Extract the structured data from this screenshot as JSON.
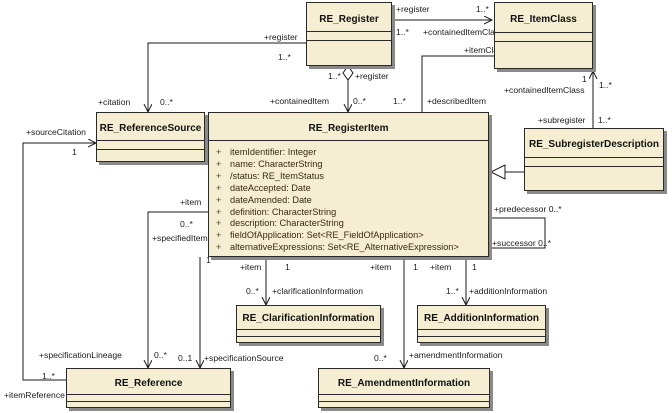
{
  "classes": {
    "re_register": {
      "name": "RE_Register"
    },
    "re_itemclass": {
      "name": "RE_ItemClass"
    },
    "re_referencesource": {
      "name": "RE_ReferenceSource"
    },
    "re_registeritem": {
      "name": "RE_RegisterItem",
      "attributes": [
        {
          "vis": "+",
          "text": "itemIdentifier:   Integer"
        },
        {
          "vis": "+",
          "text": "name:  CharacterString"
        },
        {
          "vis": "+",
          "text": "/status:  RE_ItemStatus"
        },
        {
          "vis": "+",
          "text": "dateAccepted:   Date"
        },
        {
          "vis": "+",
          "text": "dateAmended:  Date"
        },
        {
          "vis": "+",
          "text": "definition:   CharacterString"
        },
        {
          "vis": "+",
          "text": "description:  CharacterString"
        },
        {
          "vis": "+",
          "text": "fieldOfApplication:   Set<RE_FieldOfApplication>"
        },
        {
          "vis": "+",
          "text": "alternativeExpressions: Set<RE_AlternativeExpression>"
        }
      ]
    },
    "re_subregisterdescription": {
      "name": "RE_SubregisterDescription"
    },
    "re_clarificationinformation": {
      "name": "RE_ClarificationInformation"
    },
    "re_additioninformation": {
      "name": "RE_AdditionInformation"
    },
    "re_reference": {
      "name": "RE_Reference"
    },
    "re_amendmentinformation": {
      "name": "RE_AmendmentInformation"
    }
  },
  "labels": {
    "register_top": "+register",
    "mult_1star_itemclass": "1..*",
    "mult_1star_register": "1..*",
    "contained_item_class": "+containedItemClass",
    "item_class": "+itemClass",
    "mult_1_itemclass": "1",
    "register_left": "+register",
    "mult_1star_left": "1..*",
    "citation": "+citation",
    "mult_0star_citation": "0..*",
    "mult_1star_agg": "1..*",
    "register_agg": "+register",
    "contained_item": "+containedItem",
    "mult_0star_agg": "0..*",
    "mult_1star_described": "1..*",
    "described_item": "+describedItem",
    "mult_1_sub": "1",
    "contained_item_class_sub": "+containedItemClass",
    "mult_1star_sub": "1..*",
    "subregister": "+subregister",
    "mult_1star_sub2": "1..*",
    "source_citation": "+sourceCitation",
    "mult_1_source": "1",
    "predecessor": "+predecessor 0..*",
    "successor": "+successor 0..*",
    "item_ref": "+item",
    "mult_0star_item": "0..*",
    "specified_item": "+specifiedItem",
    "mult_1_spec": "1",
    "item_clar": "+item",
    "mult_1_clar": "1",
    "mult_0star_clar": "0..*",
    "clarification_information": "+clarificationInformation",
    "item_amend": "+item",
    "mult_1_amend": "1",
    "item_add": "+item",
    "mult_1_add": "1",
    "mult_1star_add": "1..*",
    "addition_information": "+additionInformation",
    "specification_lineage": "+specificationLineage",
    "mult_0star_lineage": "0..*",
    "mult_01": "0..1",
    "specification_source": "+specificationSource",
    "mult_1star_itemref": "1..*",
    "item_reference": "+itemReference",
    "mult_0star_amend": "0..*",
    "amendment_information": "+amendmentInformation"
  }
}
